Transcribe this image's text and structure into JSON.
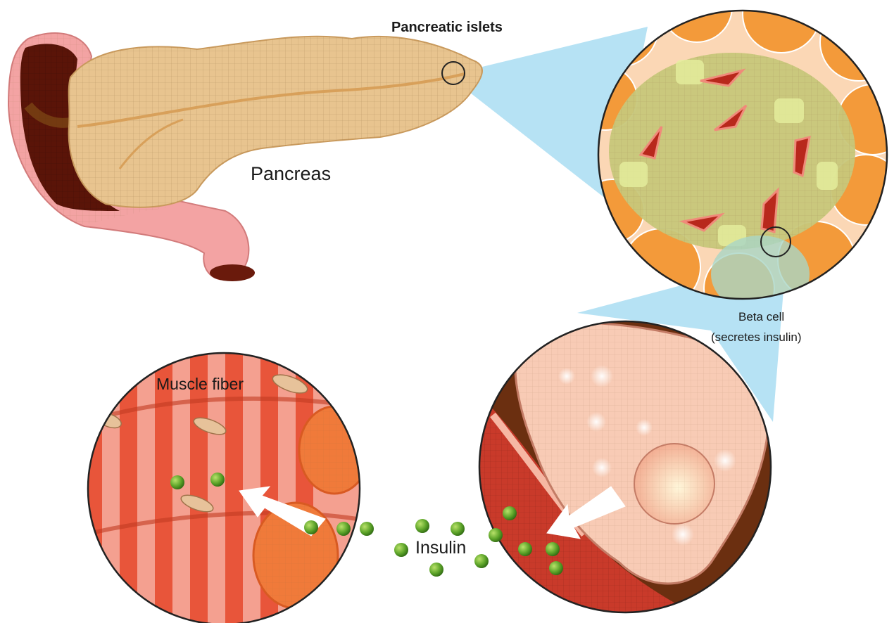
{
  "labels": {
    "title": "Pancreatic islets",
    "pancreas": "Pancreas",
    "beta_cell_line1": "Beta cell",
    "beta_cell_line2": "(secretes insulin)",
    "muscle_fiber": "Muscle fiber",
    "insulin": "Insulin"
  },
  "colors": {
    "pancreas_tissue": "#e8c48f",
    "duodenum": "#f3a3a3",
    "duodenum_dark": "#5a1408",
    "connector_blue": "#a9ddf2",
    "islet_green": "#c7c77a",
    "acinar_orange": "#f39a3a",
    "blood_cell": "#b8281c",
    "muscle_red": "#e8553a",
    "muscle_light": "#f4a090",
    "vessel_brown": "#6b2f10",
    "beta_cell_pink": "#f8cbb5",
    "insulin_green": "#5ea52a"
  },
  "icons": {
    "arrow_to_muscle": "white-arrow-icon",
    "arrow_from_beta": "white-arrow-icon",
    "insulin_molecule": "green-sphere-icon"
  }
}
